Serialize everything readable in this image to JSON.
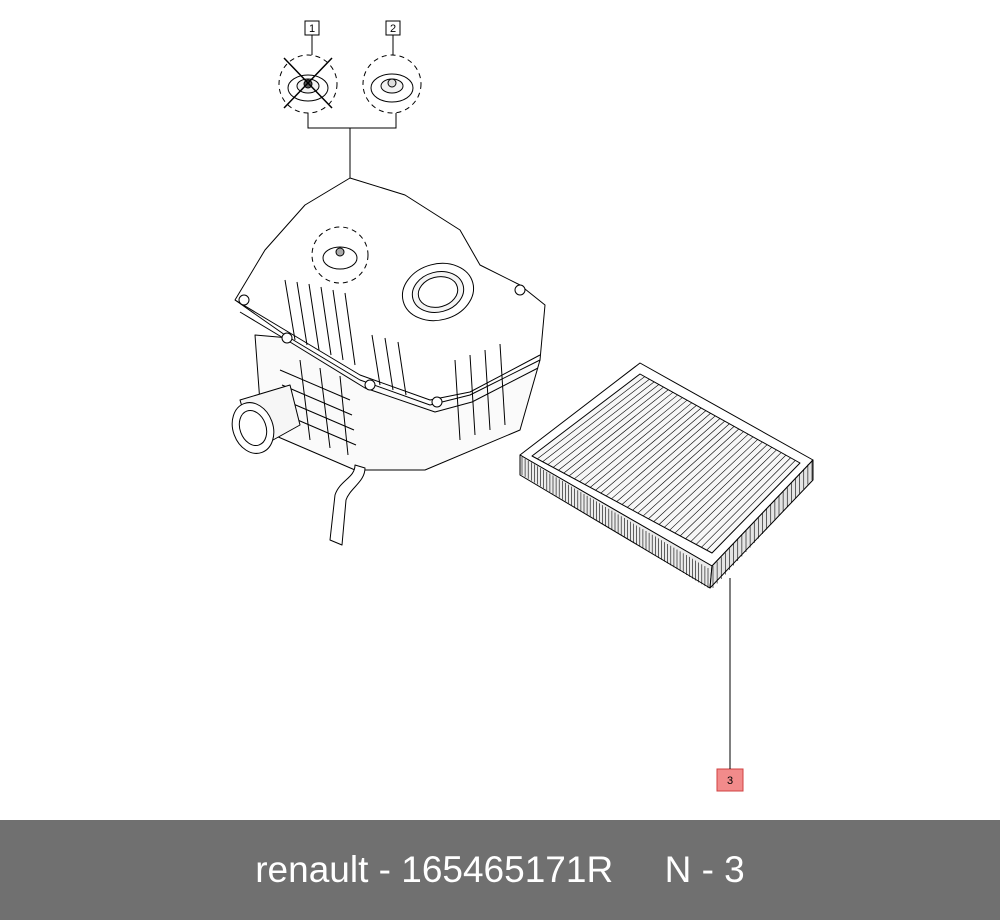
{
  "callouts": [
    {
      "label": "1",
      "highlighted": false
    },
    {
      "label": "2",
      "highlighted": false
    },
    {
      "label": "3",
      "highlighted": true
    }
  ],
  "footer": {
    "brand": "renault",
    "separator": " - ",
    "part_number": "165465171R",
    "gap": "     ",
    "page_ref": "N - 3"
  },
  "colors": {
    "footer_background": "#707070",
    "footer_text": "#ffffff",
    "callout_highlight_fill": "#f28b8b",
    "callout_highlight_stroke": "#d04040",
    "line_color": "#000000"
  },
  "parts": [
    {
      "name": "air-filter-housing"
    },
    {
      "name": "air-filter-element"
    },
    {
      "name": "grommet-1"
    },
    {
      "name": "grommet-2"
    }
  ]
}
